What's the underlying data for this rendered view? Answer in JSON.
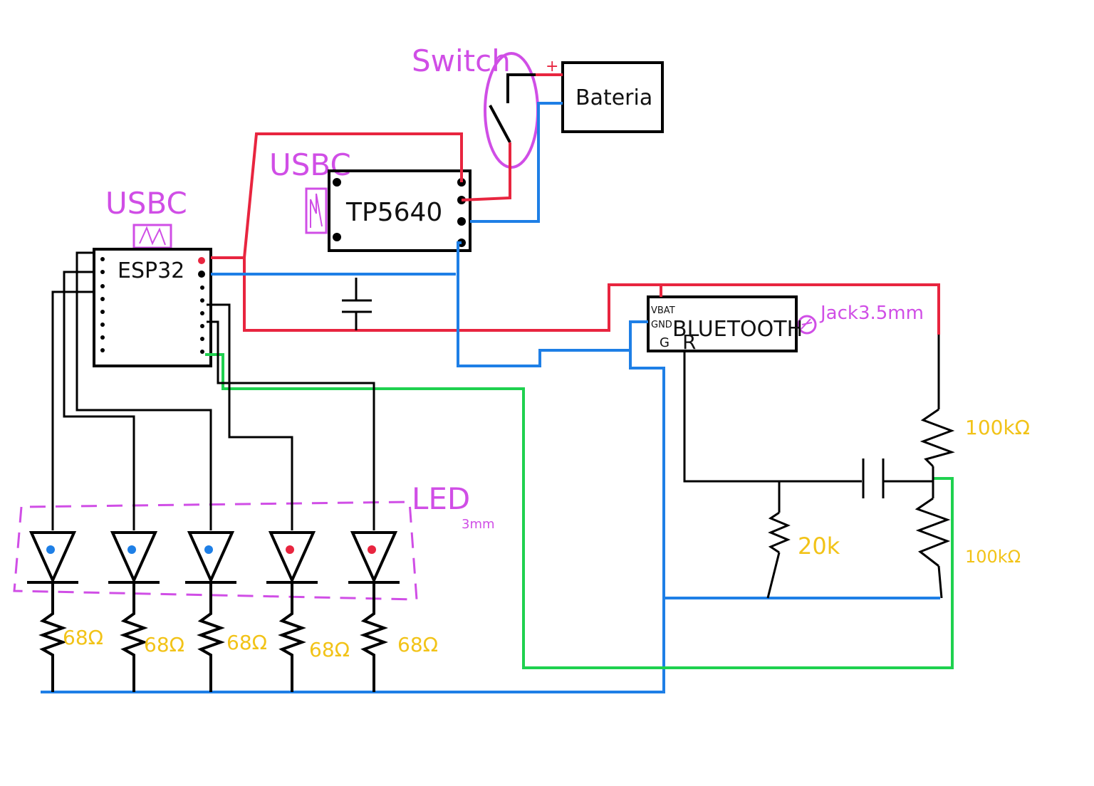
{
  "colors": {
    "positive_wire": "#e8253f",
    "ground_wire": "#1e7fe6",
    "signal_wire": "#1fd14f",
    "component": "#000000",
    "annotation": "#d04ee6",
    "value_label": "#f2c318",
    "led_blue": "#1e7fe6",
    "led_red": "#e8253f"
  },
  "labels": {
    "switch": "Switch",
    "usbc_charger": "USBC",
    "usbc_esp": "USBC",
    "led_group": "LED",
    "led_group_size": "3mm",
    "jack": "Jack3.5mm"
  },
  "components": {
    "battery": "Bateria",
    "charger": "TP5640",
    "esp": "ESP32",
    "bluetooth": "BLUETOOTH",
    "bt_pins": {
      "vbat": "VBAT",
      "gnd": "GND",
      "g": "G",
      "r": "R"
    },
    "battery_plus": "+"
  },
  "values": {
    "r_led_1": "68Ω",
    "r_led_2": "68Ω",
    "r_led_3": "68Ω",
    "r_led_4": "68Ω",
    "r_led_5": "68Ω",
    "r_top": "100kΩ",
    "r_bottom": "100kΩ",
    "r_mid": "20k"
  },
  "leds": [
    {
      "color": "blue"
    },
    {
      "color": "blue"
    },
    {
      "color": "blue"
    },
    {
      "color": "red"
    },
    {
      "color": "red"
    }
  ]
}
